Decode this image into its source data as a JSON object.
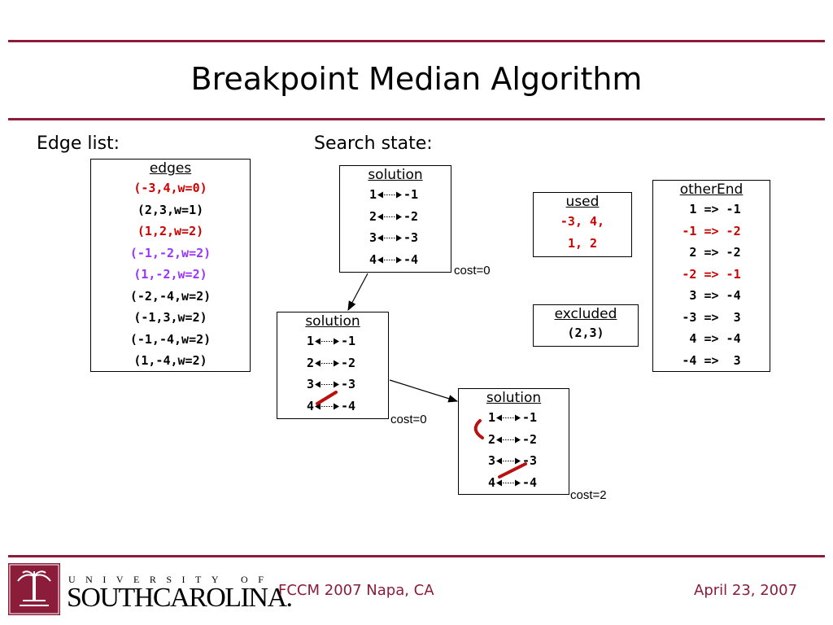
{
  "title": "Breakpoint Median Algorithm",
  "labels": {
    "edge_list": "Edge list:",
    "search_state": "Search state:"
  },
  "edges": {
    "header": "edges",
    "rows": [
      {
        "text": "(-3,4,w=0)",
        "color": "red"
      },
      {
        "text": "(2,3,w=1)",
        "color": "black"
      },
      {
        "text": "(1,2,w=2)",
        "color": "red"
      },
      {
        "text": "(-1,-2,w=2)",
        "color": "purple"
      },
      {
        "text": "(1,-2,w=2)",
        "color": "purple"
      },
      {
        "text": "(-2,-4,w=2)",
        "color": "black"
      },
      {
        "text": "(-1,3,w=2)",
        "color": "black"
      },
      {
        "text": "(-1,-4,w=2)",
        "color": "black"
      },
      {
        "text": "(1,-4,w=2)",
        "color": "black"
      }
    ]
  },
  "solutions": [
    {
      "header": "solution",
      "rows": [
        {
          "left": "1",
          "right": "-1"
        },
        {
          "left": "2",
          "right": "-2"
        },
        {
          "left": "3",
          "right": "-3"
        },
        {
          "left": "4",
          "right": "-4"
        }
      ],
      "cost": "cost=0"
    },
    {
      "header": "solution",
      "rows": [
        {
          "left": "1",
          "right": "-1"
        },
        {
          "left": "2",
          "right": "-2"
        },
        {
          "left": "3",
          "right": "-3"
        },
        {
          "left": "4",
          "right": "-4"
        }
      ],
      "cost": "cost=0"
    },
    {
      "header": "solution",
      "rows": [
        {
          "left": "1",
          "right": "-1"
        },
        {
          "left": "2",
          "right": "-2"
        },
        {
          "left": "3",
          "right": "-3"
        },
        {
          "left": "4",
          "right": "-4"
        }
      ],
      "cost": "cost=2"
    }
  ],
  "used": {
    "header": "used",
    "rows": [
      "-3, 4,",
      "1, 2"
    ],
    "color": "red"
  },
  "excluded": {
    "header": "excluded",
    "rows": [
      "(2,3)"
    ]
  },
  "otherEnd": {
    "header": "otherEnd",
    "rows": [
      {
        "text": " 1 => -1",
        "color": "black"
      },
      {
        "text": "-1 => -2",
        "color": "red"
      },
      {
        "text": " 2 => -2",
        "color": "black"
      },
      {
        "text": "-2 => -1",
        "color": "red"
      },
      {
        "text": " 3 => -4",
        "color": "black"
      },
      {
        "text": "-3 =>  3",
        "color": "black"
      },
      {
        "text": " 4 => -4",
        "color": "black"
      },
      {
        "text": "-4 =>  3",
        "color": "black"
      }
    ]
  },
  "footer": {
    "university_line": "UNIVERSITY OF",
    "university_name": "SOUTHCAROLINA.",
    "conference": "FCCM 2007  Napa, CA",
    "date": "April 23, 2007"
  },
  "colors": {
    "rule": "#8b1c3a",
    "red": "#cc0000",
    "purple": "#9933ff",
    "footer_text": "#8b1c3a"
  }
}
